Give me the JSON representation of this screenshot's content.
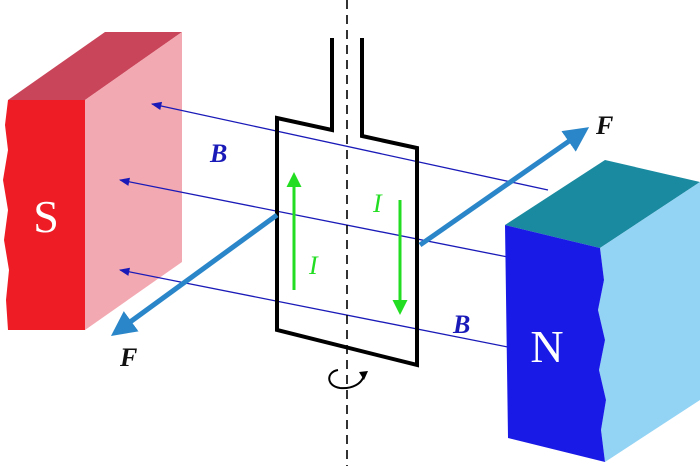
{
  "diagram": {
    "labels": {
      "magnet_south": "S",
      "magnet_north": "N",
      "field_top": "B",
      "field_bottom": "B",
      "current_left": "I",
      "current_right": "I",
      "force_right": "F",
      "force_left": "F"
    },
    "colors": {
      "south_front": "#ee1c25",
      "south_side": "#f3a9b1",
      "south_top": "#c9455a",
      "north_front": "#1a1ae6",
      "north_side": "#93d3f4",
      "north_top": "#1a8aa0",
      "field_lines": "#1a1ab8",
      "force_arrows": "#2a86c8",
      "current_arrows": "#22dd22",
      "coil": "#000000"
    },
    "icons": [
      "rotation-arrow-icon"
    ]
  }
}
